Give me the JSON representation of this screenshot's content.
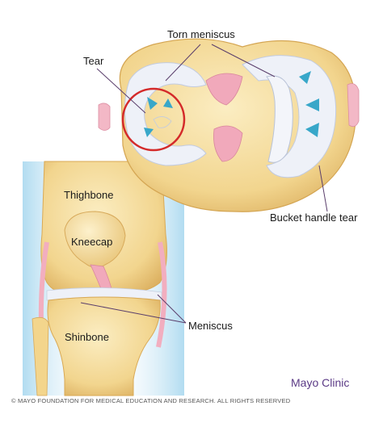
{
  "labels": {
    "torn_meniscus": "Torn meniscus",
    "tear": "Tear",
    "bucket_handle_tear": "Bucket handle tear",
    "thighbone": "Thighbone",
    "kneecap": "Kneecap",
    "meniscus": "Meniscus",
    "shinbone": "Shinbone"
  },
  "credit": "Mayo Clinic",
  "copyright": "© MAYO FOUNDATION FOR MEDICAL EDUCATION AND RESEARCH. ALL RIGHTS RESERVED",
  "colors": {
    "bone": "#f6dfa0",
    "bone_shadow": "#e3b964",
    "cartilage": "#f3b8c6",
    "meniscus": "#eef1f8",
    "arrow": "#38a7c9",
    "tear_circle": "#d42a2a",
    "glow": "#a9d8ef",
    "credit": "#5b3a86"
  }
}
